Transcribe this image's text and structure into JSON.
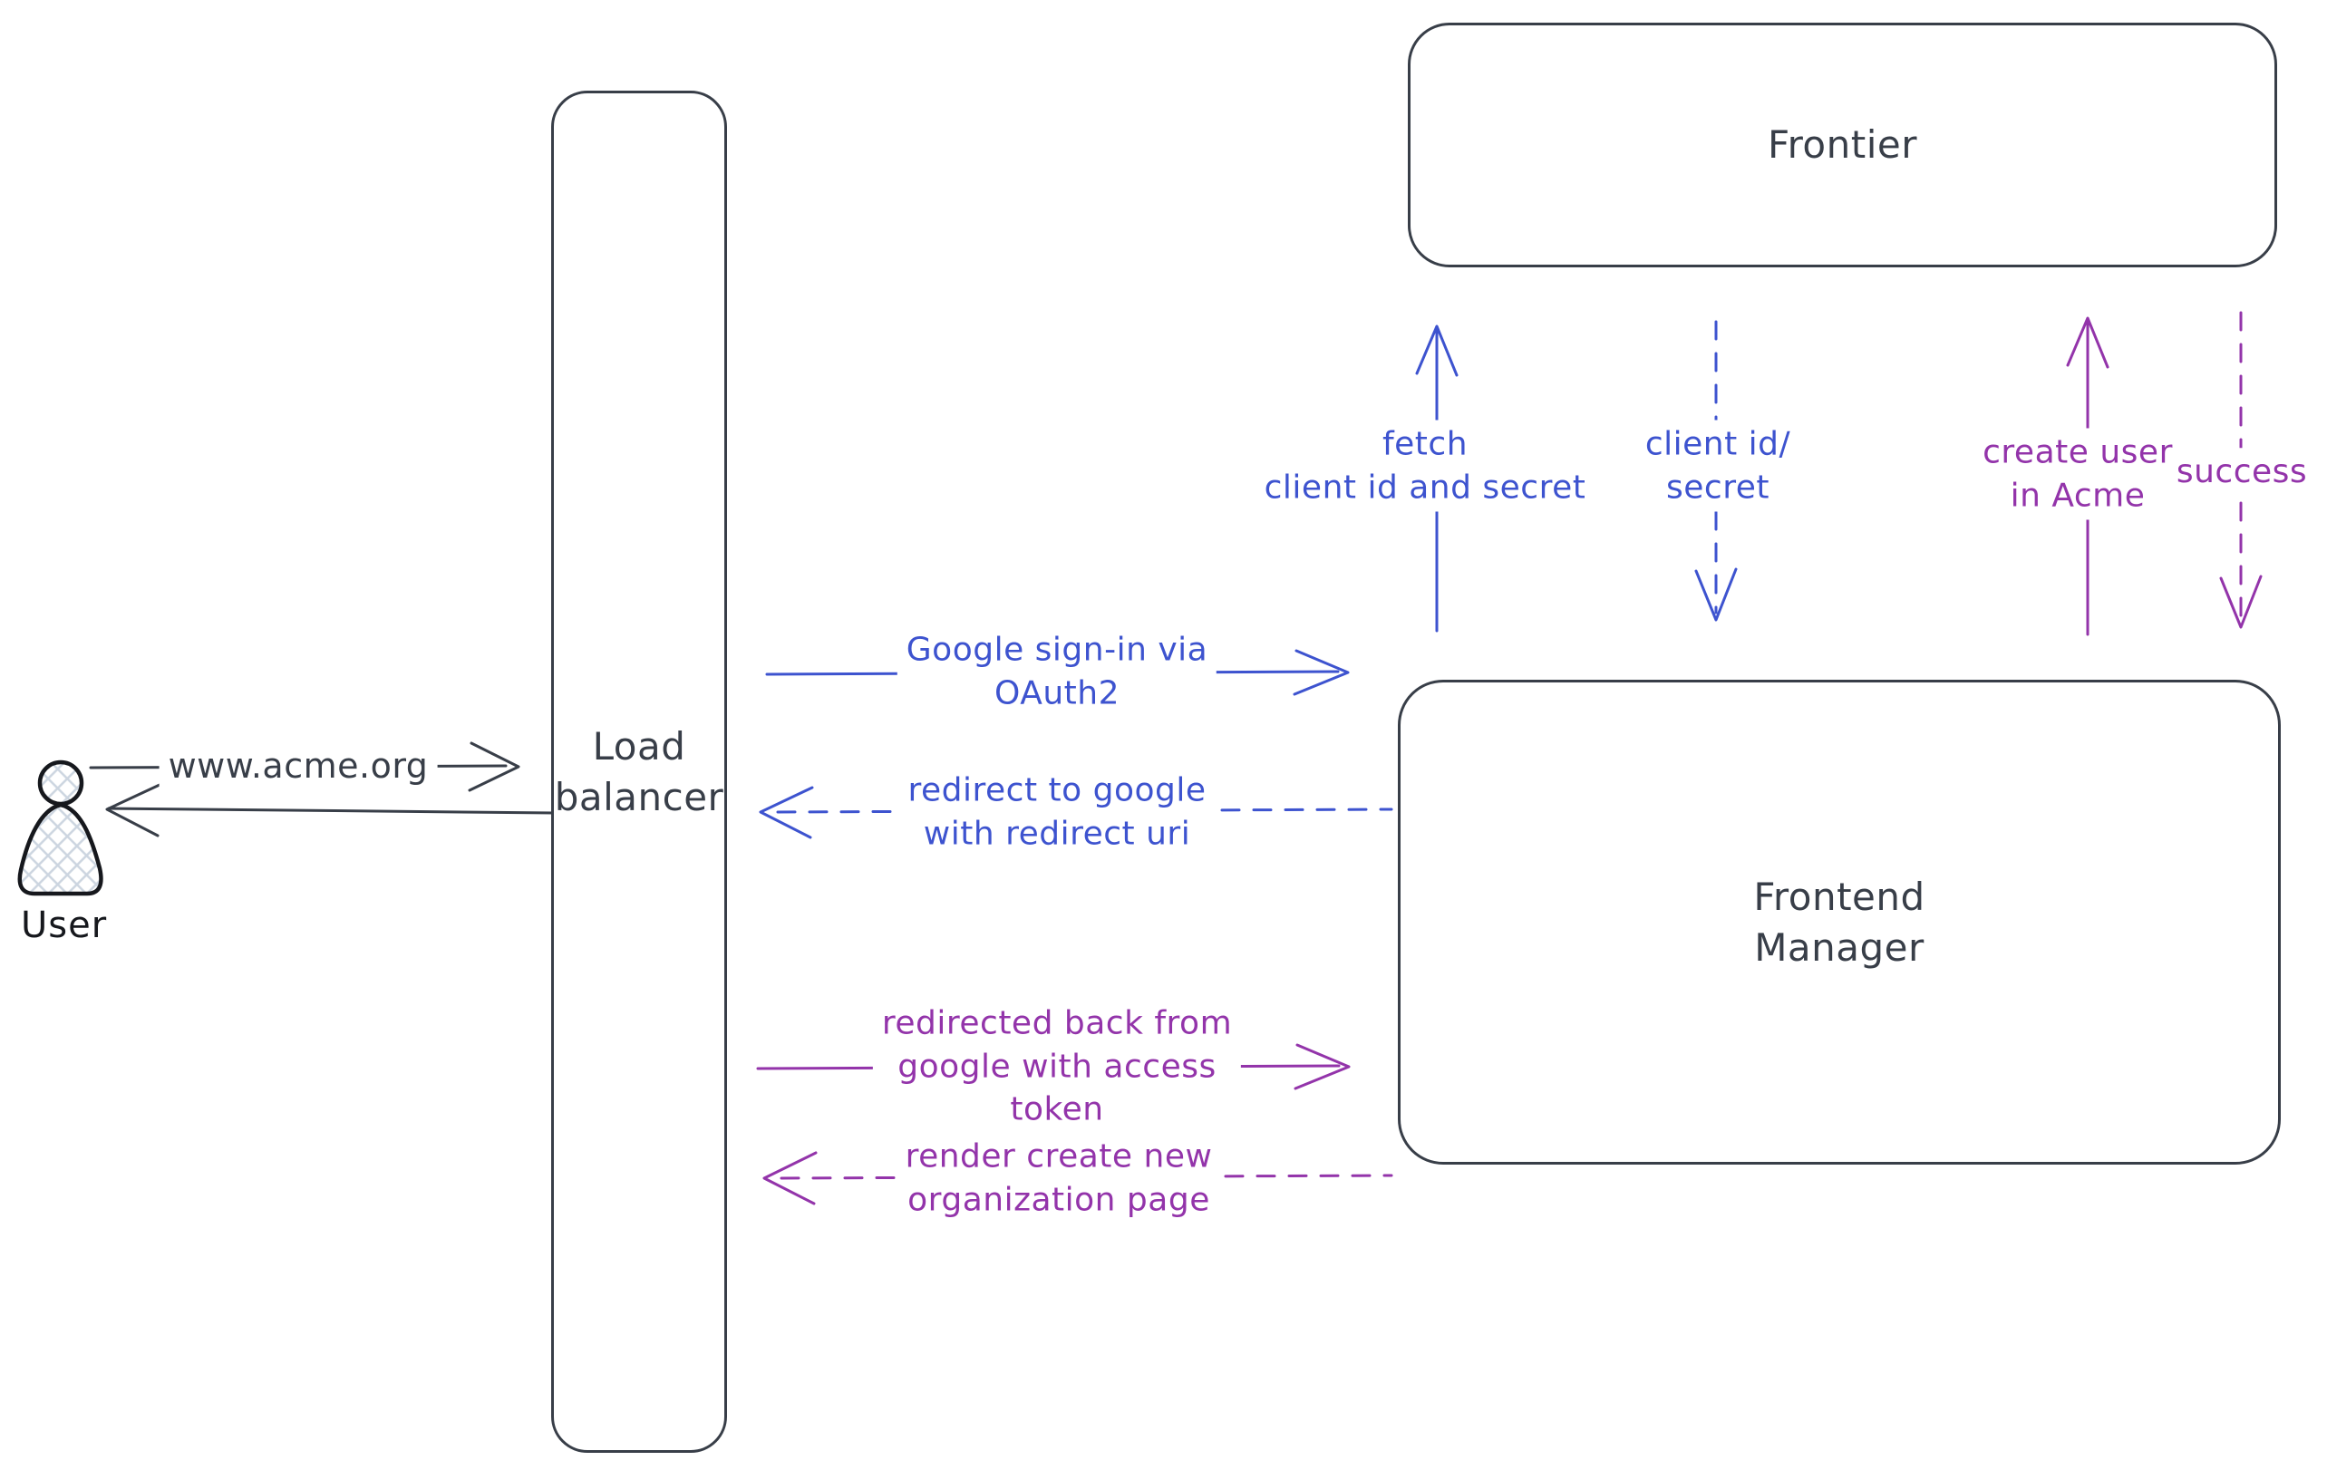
{
  "colors": {
    "ink": "#383e48",
    "black": "#16181d",
    "blue": "#3d53cf",
    "purple": "#9334aa",
    "hatch": "#ccd5e0",
    "background": "#ffffff"
  },
  "nodes": {
    "user": {
      "label": "User"
    },
    "load_balancer": {
      "label": "Load\nbalancer"
    },
    "frontier": {
      "label": "Frontier"
    },
    "frontend_manager": {
      "label": "Frontend\nManager"
    }
  },
  "edges": {
    "www_request": {
      "label": "www.acme.org",
      "style": "solid",
      "color": "ink",
      "direction": "right",
      "from": "user",
      "to": "load_balancer"
    },
    "www_response": {
      "label": "",
      "style": "solid",
      "color": "ink",
      "direction": "left",
      "from": "load_balancer",
      "to": "user"
    },
    "google_signin": {
      "label": "Google sign-in via\nOAuth2",
      "style": "solid",
      "color": "blue",
      "direction": "right",
      "from": "load_balancer",
      "to": "frontend_manager"
    },
    "redirect_to_google": {
      "label": "redirect to google\nwith redirect uri",
      "style": "dashed",
      "color": "blue",
      "direction": "left",
      "from": "frontend_manager",
      "to": "load_balancer"
    },
    "redirected_back": {
      "label": "redirected back from\ngoogle with access\ntoken",
      "style": "solid",
      "color": "purple",
      "direction": "right",
      "from": "load_balancer",
      "to": "frontend_manager"
    },
    "render_org_page": {
      "label": "render create new\norganization page",
      "style": "dashed",
      "color": "purple",
      "direction": "left",
      "from": "frontend_manager",
      "to": "load_balancer"
    },
    "fetch_client_secret": {
      "label": "fetch\nclient id and secret",
      "style": "solid",
      "color": "blue",
      "direction": "up",
      "from": "frontend_manager",
      "to": "frontier"
    },
    "client_id_secret": {
      "label": "client id/\nsecret",
      "style": "dashed",
      "color": "blue",
      "direction": "down",
      "from": "frontier",
      "to": "frontend_manager"
    },
    "create_user": {
      "label": "create user\nin Acme",
      "style": "solid",
      "color": "purple",
      "direction": "up",
      "from": "frontend_manager",
      "to": "frontier"
    },
    "success": {
      "label": "success",
      "style": "dashed",
      "color": "purple",
      "direction": "down",
      "from": "frontier",
      "to": "frontend_manager"
    }
  }
}
